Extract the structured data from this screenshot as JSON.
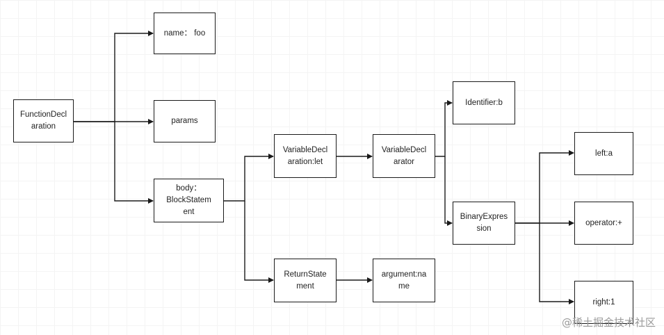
{
  "nodes": {
    "function_declaration": "FunctionDecl\naration",
    "name": "name： foo",
    "params": "params",
    "body": "body：\nBlockStatem\nent",
    "variable_declaration": "VariableDecl\naration:let",
    "variable_declarator": "VariableDecl\narator",
    "identifier": "Identifier:b",
    "binary_expression": "BinaryExpres\nsion",
    "left": "left:a",
    "operator": "operator:+",
    "right": "right:1",
    "return_statement": "ReturnState\nment",
    "argument": "argument:na\nme"
  },
  "watermark": "@稀土掘金技术社区"
}
